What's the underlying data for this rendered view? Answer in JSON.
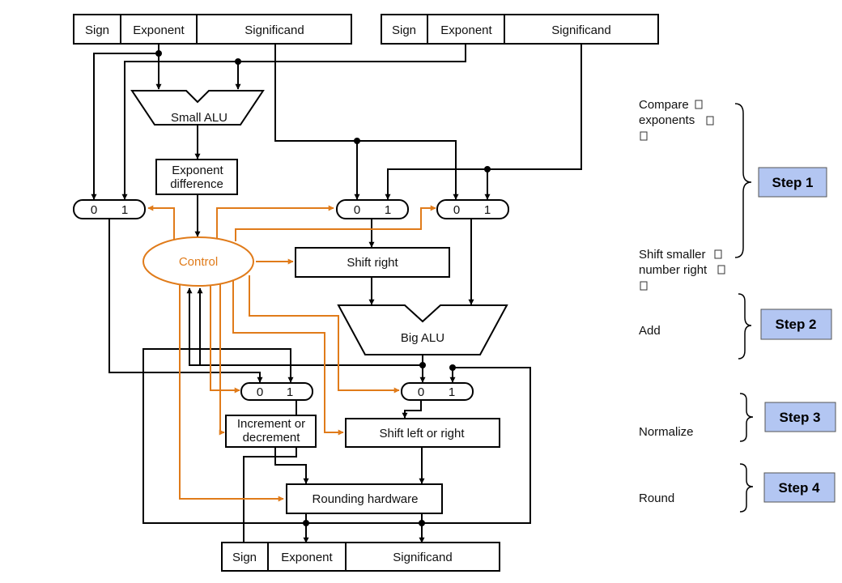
{
  "colors": {
    "box": "#000000",
    "line": "#000000",
    "control": "#e07b1a",
    "step_fill": "#b3c6f2",
    "background": "#ffffff"
  },
  "operand_a": {
    "sign": "Sign",
    "exponent": "Exponent",
    "significand": "Significand"
  },
  "operand_b": {
    "sign": "Sign",
    "exponent": "Exponent",
    "significand": "Significand"
  },
  "result": {
    "sign": "Sign",
    "exponent": "Exponent",
    "significand": "Significand"
  },
  "small_alu": "Small ALU",
  "exponent_difference": [
    "Exponent",
    "difference"
  ],
  "control": "Control",
  "mux_labels": {
    "zero": "0",
    "one": "1"
  },
  "shift_right": "Shift right",
  "big_alu": "Big ALU",
  "increment_decrement": [
    "Increment or",
    "decrement"
  ],
  "shift_left_right": "Shift left or right",
  "rounding_hardware": "Rounding hardware",
  "stage_labels": {
    "compare": [
      "Compare",
      "exponents"
    ],
    "shift": [
      "Shift smaller",
      "number right"
    ],
    "add": "Add",
    "normalize": "Normalize",
    "round": "Round"
  },
  "steps": [
    "Step 1",
    "Step 2",
    "Step 3",
    "Step 4"
  ]
}
